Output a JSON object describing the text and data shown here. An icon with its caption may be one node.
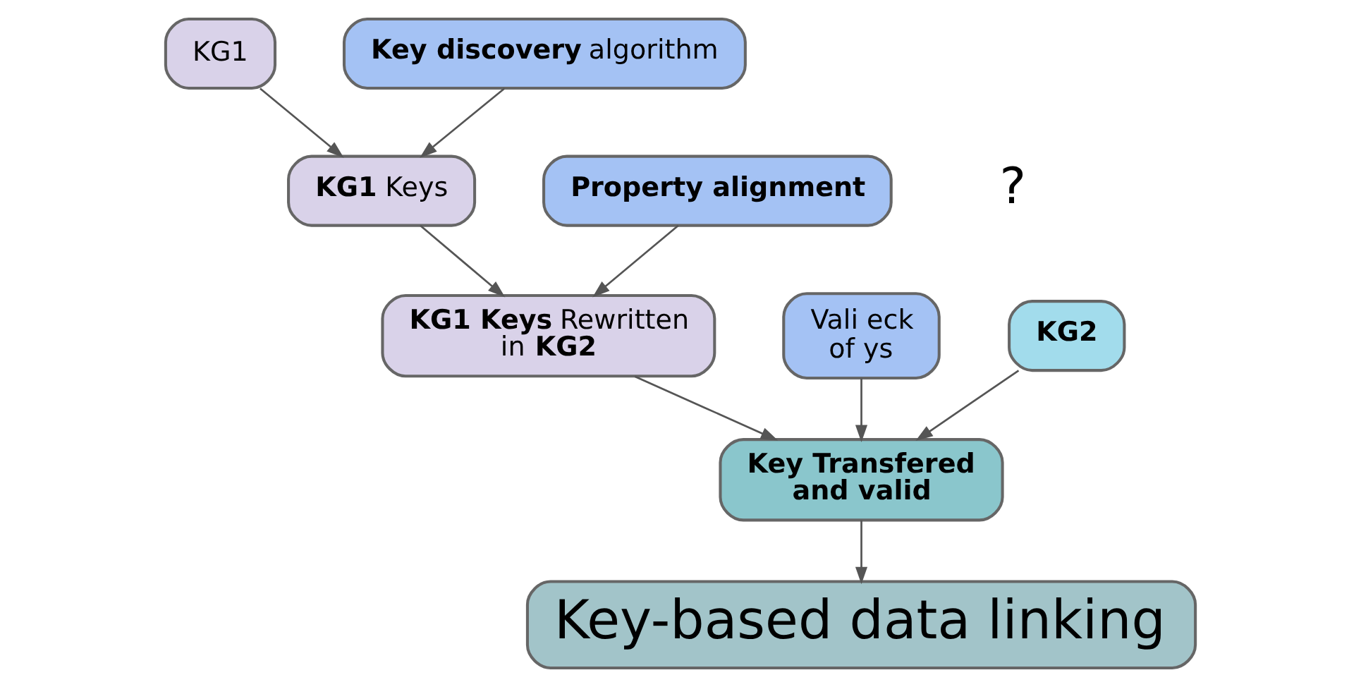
{
  "diagram": {
    "nodes": [
      {
        "text": [
          "KG1"
        ]
      },
      {
        "text": [
          "**Key discovery** algorithm"
        ]
      },
      {
        "text": [
          "**KG1** Keys"
        ]
      },
      {
        "text": [
          "Property alignment"
        ]
      },
      {
        "text": [
          "**KG1 Keys** Rewritten in **KG2**"
        ]
      },
      {
        "text": [
          "Vali eck of ys"
        ]
      },
      {
        "text": [
          "KG2"
        ]
      },
      {
        "text": [
          "Key Transfered and valid"
        ]
      },
      {
        "text": [
          "Key-based data linking"
        ]
      }
    ],
    "edges": [
      {
        "from": 0,
        "to": 2,
        "arrow": "to"
      },
      {
        "from": 1,
        "to": 2,
        "arrow": "to"
      },
      {
        "from": 2,
        "to": 4,
        "arrow": "to"
      },
      {
        "from": 3,
        "to": 4,
        "arrow": "to"
      },
      {
        "from": 4,
        "to": 7,
        "arrow": "to"
      },
      {
        "from": 5,
        "to": 7,
        "arrow": "to"
      },
      {
        "from": 6,
        "to": 7,
        "arrow": "to"
      },
      {
        "from": 7,
        "to": 8,
        "arrow": "to"
      }
    ],
    "labels": [
      "?"
    ]
  }
}
